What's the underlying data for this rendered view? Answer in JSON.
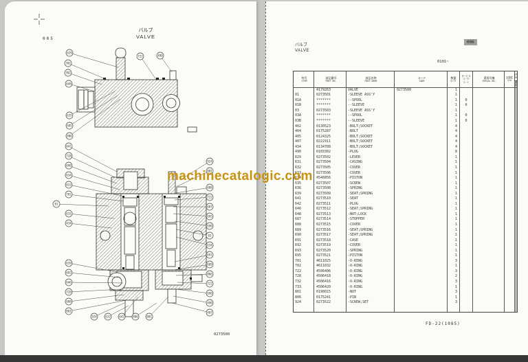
{
  "watermark": "machinecatalogic.com",
  "colors": {
    "watermark": "#c9920e",
    "page": "#fbfbf8",
    "highlight": "#a0a09e",
    "bottom_bar": "#363636"
  },
  "left_page": {
    "page_number": "005",
    "title_jp": "バルブ",
    "title_en": "VALVE",
    "drawing_code": "0273500",
    "callouts_top_view": [
      [
        "629",
        101,
        77,
        172,
        98
      ],
      [
        "701",
        99,
        92,
        158,
        117
      ],
      [
        "702",
        99,
        106,
        148,
        123
      ],
      [
        "648",
        100,
        122,
        138,
        133
      ],
      [
        "635",
        101,
        168,
        167,
        133
      ],
      [
        "695",
        101,
        183,
        171,
        139
      ],
      [
        "806",
        101,
        198,
        175,
        144
      ],
      [
        "722",
        204,
        82,
        228,
        117
      ],
      [
        "490",
        233,
        81,
        250,
        105
      ]
    ],
    "callouts_section_view": [
      [
        "641",
        100,
        213,
        170,
        250
      ],
      [
        "728",
        100,
        227,
        167,
        258
      ],
      [
        "690",
        100,
        241,
        170,
        267
      ],
      [
        "634",
        100,
        255,
        174,
        276
      ],
      [
        "633",
        100,
        269,
        177,
        285
      ],
      [
        "701",
        100,
        283,
        180,
        293
      ],
      [
        "01",
        82,
        297,
        158,
        300
      ],
      [
        "631",
        100,
        311,
        166,
        318
      ],
      [
        "434",
        100,
        325,
        162,
        332
      ],
      [
        "639",
        100,
        383,
        170,
        396
      ],
      [
        "692",
        100,
        397,
        175,
        404
      ],
      [
        "646",
        100,
        411,
        179,
        412
      ],
      [
        "728",
        100,
        425,
        176,
        421
      ],
      [
        "688",
        100,
        439,
        180,
        429
      ],
      [
        "801",
        100,
        453,
        184,
        437
      ],
      [
        "924",
        137,
        461,
        181,
        441
      ],
      [
        "632",
        157,
        461,
        187,
        445
      ],
      [
        "642",
        177,
        461,
        201,
        432
      ],
      [
        "806",
        197,
        461,
        228,
        441
      ],
      [
        "801",
        217,
        461,
        245,
        432
      ],
      [
        "924",
        305,
        235,
        262,
        262
      ],
      [
        "801",
        305,
        249,
        258,
        271
      ],
      [
        "688",
        305,
        273,
        256,
        281
      ],
      [
        "722",
        305,
        287,
        254,
        291
      ],
      [
        "687",
        305,
        301,
        252,
        301
      ],
      [
        "695",
        305,
        315,
        252,
        311
      ],
      [
        "690",
        305,
        329,
        254,
        322
      ],
      [
        "03",
        305,
        343,
        256,
        334
      ],
      [
        "634",
        305,
        357,
        256,
        345
      ],
      [
        "691",
        305,
        371,
        254,
        381
      ],
      [
        "689",
        305,
        385,
        252,
        393
      ],
      [
        "806",
        305,
        399,
        256,
        401
      ],
      [
        "722",
        305,
        413,
        258,
        411
      ],
      [
        "690",
        305,
        427,
        256,
        421
      ],
      [
        "490",
        305,
        441,
        252,
        431
      ],
      [
        "407",
        305,
        455,
        250,
        441
      ]
    ]
  },
  "right_page": {
    "page_number": "006",
    "title_jp": "バルブ",
    "title_en": "VALVE",
    "serial_range": "0101~",
    "footer_code": "FD-22(1085)",
    "table": {
      "headers": {
        "item_jp": "符号",
        "item_en": "ITEM",
        "part_no_jp": "部品番号",
        "part_no_en": "PART NO.",
        "name_jp": "部品名称",
        "name_en": "PART NAME",
        "code_jp": "コード",
        "code_en": "CODE",
        "qty_jp": "数量",
        "qty_en": "Q'TY",
        "sc_jp": "サービス",
        "sc_jp2": "コード",
        "sc_en": "S・C",
        "serial_jp": "適用号機",
        "serial_en": "SERIAL NO.",
        "ica_jp": "互換性",
        "ica_en": "ICA",
        "rep_jp": "代替部品",
        "rep_en": "REPLACEABLE PART",
        "rep_no_jp": "部品番号",
        "rep_no_en": "PART NO.",
        "rep_qty_jp": "数量",
        "rep_qty_en": "Q'TY"
      },
      "rows": [
        [
          "",
          "4179263",
          "VALVE",
          "0273500",
          "1",
          "",
          "",
          "",
          "",
          ""
        ],
        [
          "01",
          "0273501",
          "-SLEEVE ASS'Y",
          "",
          "1",
          "",
          "",
          "",
          "",
          ""
        ],
        [
          "01A",
          "*******",
          "--SPOOL",
          "",
          "1",
          "0",
          "",
          "",
          "",
          ""
        ],
        [
          "01B",
          "*******",
          "--SLEEVE",
          "",
          "1",
          "0",
          "",
          "",
          "",
          ""
        ],
        [
          "03",
          "0273503",
          "-SLEEVE ASS'Y",
          "",
          "1",
          "",
          "",
          "",
          "",
          ""
        ],
        [
          "03A",
          "*******",
          "--SPOOL",
          "",
          "1",
          "0",
          "",
          "",
          "",
          ""
        ],
        [
          "03B",
          "*******",
          "--SLEEVE",
          "",
          "1",
          "0",
          "",
          "",
          "",
          ""
        ],
        [
          "402",
          "0130523",
          "-BOLT;SOCKET",
          "",
          "4",
          "",
          "",
          "",
          "",
          ""
        ],
        [
          "404",
          "0175287",
          "-BOLT",
          "",
          "4",
          "",
          "",
          "",
          "",
          ""
        ],
        [
          "405",
          "0124325",
          "-BOLT;SOCKET",
          "",
          "4",
          "",
          "",
          "",
          "",
          ""
        ],
        [
          "407",
          "0222911",
          "-BOLT;SOCKET",
          "",
          "4",
          "",
          "",
          "",
          "",
          ""
        ],
        [
          "434",
          "0134708",
          "-BOLT;SOCKET",
          "",
          "4",
          "",
          "",
          "",
          "",
          ""
        ],
        [
          "490",
          "0103302",
          "-PLUG",
          "",
          "8",
          "",
          "",
          "",
          "",
          ""
        ],
        [
          "629",
          "0273502",
          "-LEVER",
          "",
          "1",
          "",
          "",
          "",
          "",
          ""
        ],
        [
          "631",
          "0273504",
          "-CASING",
          "",
          "1",
          "",
          "",
          "",
          "",
          ""
        ],
        [
          "632",
          "0273505",
          "-COVER",
          "",
          "1",
          "",
          "",
          "",
          "",
          ""
        ],
        [
          "633",
          "0273506",
          "-COVER",
          "",
          "1",
          "",
          "",
          "",
          "",
          ""
        ],
        [
          "634",
          "4546856",
          "-PISTON",
          "",
          "1",
          "",
          "",
          "",
          "",
          ""
        ],
        [
          "635",
          "0273507",
          "-SCREW",
          "",
          "1",
          "",
          "",
          "",
          "",
          ""
        ],
        [
          "636",
          "0273508",
          "-SPRING",
          "",
          "1",
          "",
          "",
          "",
          "",
          ""
        ],
        [
          "639",
          "0273509",
          "-SEAT;SPRING",
          "",
          "1",
          "",
          "",
          "",
          "",
          ""
        ],
        [
          "641",
          "0273510",
          "-SEAT",
          "",
          "1",
          "",
          "",
          "",
          "",
          ""
        ],
        [
          "642",
          "0273511",
          "-PLUG",
          "",
          "1",
          "",
          "",
          "",
          "",
          ""
        ],
        [
          "646",
          "0273512",
          "-SEAT;SPRING",
          "",
          "1",
          "",
          "",
          "",
          "",
          ""
        ],
        [
          "648",
          "0273513",
          "-NUT;LOCK",
          "",
          "1",
          "",
          "",
          "",
          "",
          ""
        ],
        [
          "687",
          "0273514",
          "-STOPPER",
          "",
          "1",
          "",
          "",
          "",
          "",
          ""
        ],
        [
          "688",
          "0273515",
          "-COVER",
          "",
          "1",
          "",
          "",
          "",
          "",
          ""
        ],
        [
          "689",
          "0273516",
          "-SEAT;SPRING",
          "",
          "1",
          "",
          "",
          "",
          "",
          ""
        ],
        [
          "690",
          "0273517",
          "-SEAT;SPRING",
          "",
          "1",
          "",
          "",
          "",
          "",
          ""
        ],
        [
          "691",
          "0273518",
          "-CASE",
          "",
          "1",
          "",
          "",
          "",
          "",
          ""
        ],
        [
          "692",
          "0273519",
          "-COVER",
          "",
          "1",
          "",
          "",
          "",
          "",
          ""
        ],
        [
          "693",
          "0273520",
          "-SPRING",
          "",
          "1",
          "",
          "",
          "",
          "",
          ""
        ],
        [
          "695",
          "0273521",
          "-PISTON",
          "",
          "1",
          "",
          "",
          "",
          "",
          ""
        ],
        [
          "701",
          "4611025",
          "-O-RING",
          "",
          "3",
          "",
          "",
          "",
          "",
          ""
        ],
        [
          "702",
          "4611032",
          "-O-RING",
          "",
          "1",
          "",
          "",
          "",
          "",
          ""
        ],
        [
          "722",
          "4506406",
          "-O-RING",
          "",
          "3",
          "",
          "",
          "",
          "",
          ""
        ],
        [
          "728",
          "4506418",
          "-O-RING",
          "",
          "2",
          "",
          "",
          "",
          "",
          ""
        ],
        [
          "732",
          "4506416",
          "-O-RING",
          "",
          "3",
          "",
          "",
          "",
          "",
          ""
        ],
        [
          "733",
          "4506420",
          "-O-RING",
          "",
          "1",
          "",
          "",
          "",
          "",
          ""
        ],
        [
          "801",
          "0190015",
          "-NUT",
          "",
          "3",
          "",
          "",
          "",
          "",
          ""
        ],
        [
          "806",
          "0175241",
          "-PIN",
          "",
          "1",
          "",
          "",
          "",
          "",
          ""
        ],
        [
          "924",
          "0273522",
          "-SCREW;SET",
          "",
          "3",
          "",
          "",
          "",
          "",
          ""
        ]
      ]
    }
  }
}
